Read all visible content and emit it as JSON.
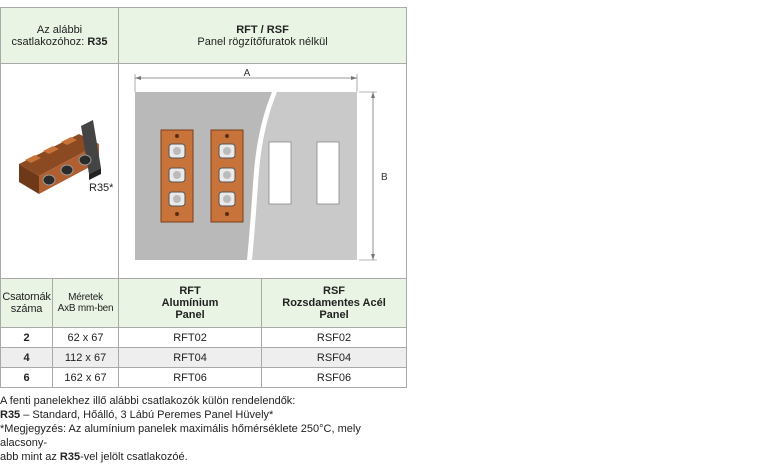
{
  "header": {
    "left_line1": "Az alábbi",
    "left_line2_prefix": "csatlakozóhoz: ",
    "left_line2_bold": "R35",
    "right_title": "RFT / RSF",
    "right_subtitle": "Panel rögzítőfuratok nélkül"
  },
  "image_labels": {
    "connector": "R35*",
    "dim_a": "A",
    "dim_b": "B"
  },
  "colors": {
    "header_bg": "#e9f4e4",
    "panel_gray": "#b9b9b9",
    "panel_light": "#c9c9c9",
    "connector_orange": "#c8733a",
    "border": "#a9a9a9"
  },
  "columns": {
    "channels": [
      "Csatornák",
      "száma"
    ],
    "dimensions": [
      "Méretek",
      "AxB mm-ben"
    ],
    "rft": [
      "RFT",
      "Alumínium",
      "Panel"
    ],
    "rsf": [
      "RSF",
      "Rozsdamentes Acél",
      "Panel"
    ]
  },
  "rows": [
    {
      "channels": "2",
      "size": "62 x 67",
      "rft": "RFT02",
      "rsf": "RSF02"
    },
    {
      "channels": "4",
      "size": "112 x 67",
      "rft": "RFT04",
      "rsf": "RSF04"
    },
    {
      "channels": "6",
      "size": "162 x 67",
      "rft": "RFT06",
      "rsf": "RSF06"
    }
  ],
  "notes": {
    "line1": "A fenti panelekhez illő alábbi csatlakozók külön rendelendők:",
    "line2_bold": "R35",
    "line2_rest": " – Standard, Hőálló, 3 Lábú Peremes Panel Hüvely*",
    "line3": "*Megjegyzés: Az alumínium panelek maximális hőmérséklete 250°C, mely alacsony-",
    "line4_prefix": "abb mint az ",
    "line4_bold": "R35",
    "line4_suffix": "-vel jelölt csatlakozóé."
  }
}
